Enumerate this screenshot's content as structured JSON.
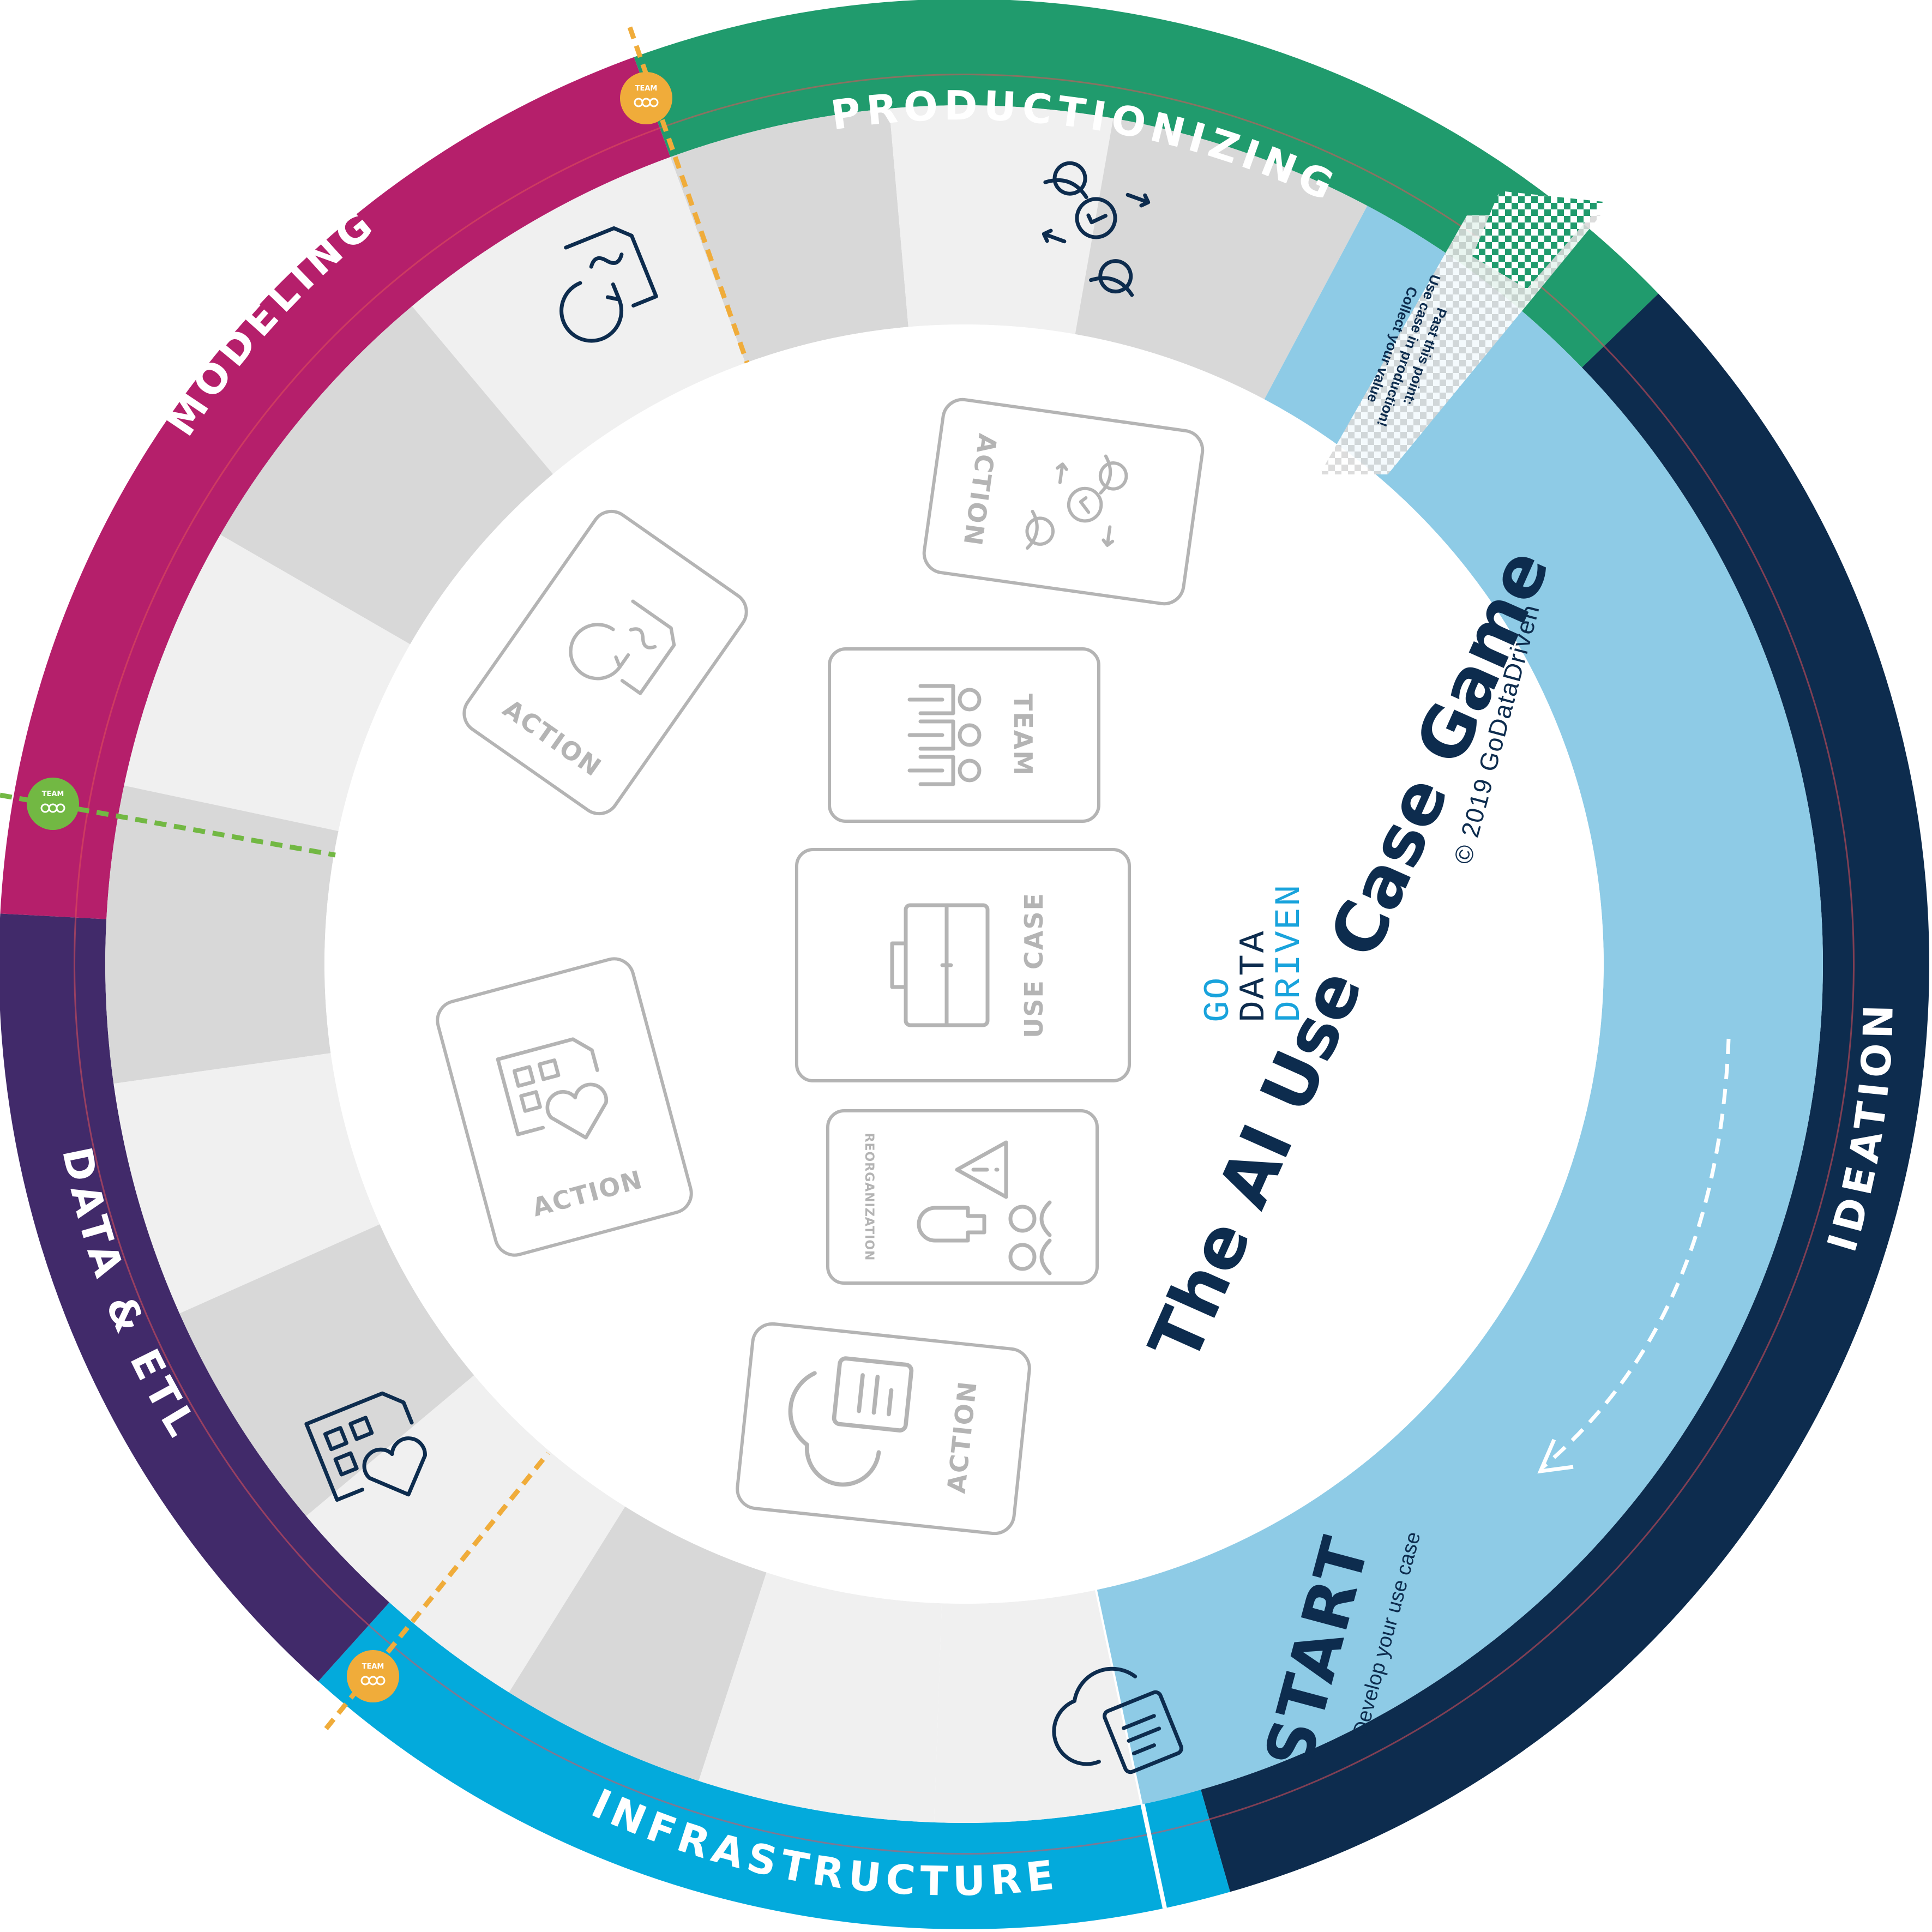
{
  "board": {
    "title": "The AI Use Case Game",
    "copyright": "© 2019 GoDataDriven",
    "logo": {
      "line1": "GO",
      "line2": "DATA",
      "line3": "DRIVEN"
    },
    "start": {
      "label": "START",
      "subtitle": "Develop your use case"
    },
    "finish": {
      "line1": "Past this point:",
      "line2": "Use case in production!",
      "line3": "Collect your value"
    }
  },
  "phases": [
    {
      "id": "ideation",
      "label": "IDEATION",
      "color": "#0d2c4e"
    },
    {
      "id": "infrastructure",
      "label": "INFRASTRUCTURE",
      "color": "#03aadc"
    },
    {
      "id": "data-etl",
      "label": "DATA & ETL",
      "color": "#412a6a"
    },
    {
      "id": "modeling",
      "label": "MODELING",
      "color": "#b51f6b"
    },
    {
      "id": "productionizing",
      "label": "PRODUCTIONIZING",
      "color": "#209b6d"
    }
  ],
  "badges": [
    {
      "label": "TEAM",
      "color": "#f0ac3a"
    },
    {
      "label": "TEAM",
      "color": "#f0ac3a"
    },
    {
      "label": "TEAM",
      "color": "#72b843"
    }
  ],
  "cards": [
    {
      "label": "ACTION",
      "icon": "team-cycle-icon"
    },
    {
      "label": "ACTION",
      "icon": "model-refresh-icon"
    },
    {
      "label": "TEAM",
      "icon": "team-icon"
    },
    {
      "label": "USE CASE",
      "icon": "briefcase-icon"
    },
    {
      "label": "ACTION",
      "icon": "data-heart-icon"
    },
    {
      "label": "REORGANIZATION",
      "icon": "reorganization-icon"
    },
    {
      "label": "ACTION",
      "icon": "cloud-document-icon"
    }
  ],
  "colors": {
    "track_light": "#f0f0f0",
    "track_dark": "#d8d8d8",
    "start_lane": "#8ecbe6",
    "card_grey": "#b4b4b4",
    "dark_navy": "#0d2c4e"
  }
}
